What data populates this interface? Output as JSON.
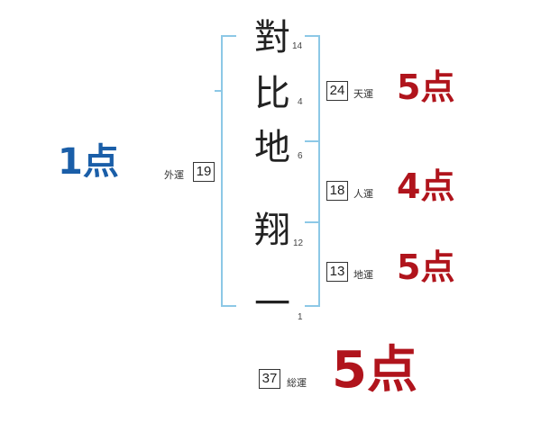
{
  "name": {
    "characters": [
      {
        "char": "對",
        "strokes": "14"
      },
      {
        "char": "比",
        "strokes": "4"
      },
      {
        "char": "地",
        "strokes": "6"
      },
      {
        "char": "翔",
        "strokes": "12"
      },
      {
        "char": "一",
        "strokes": "1"
      }
    ]
  },
  "fortunes": {
    "gaiun": {
      "value": "19",
      "label": "外運",
      "score": "1点"
    },
    "tenun": {
      "value": "24",
      "label": "天運",
      "score": "5点"
    },
    "jinun": {
      "value": "18",
      "label": "人運",
      "score": "4点"
    },
    "chiun": {
      "value": "13",
      "label": "地運",
      "score": "5点"
    },
    "souun": {
      "value": "37",
      "label": "総運",
      "score": "5点"
    }
  },
  "colors": {
    "bracket": "#8cc8e6",
    "score_red": "#b0141c",
    "score_blue": "#1a5ea8"
  }
}
